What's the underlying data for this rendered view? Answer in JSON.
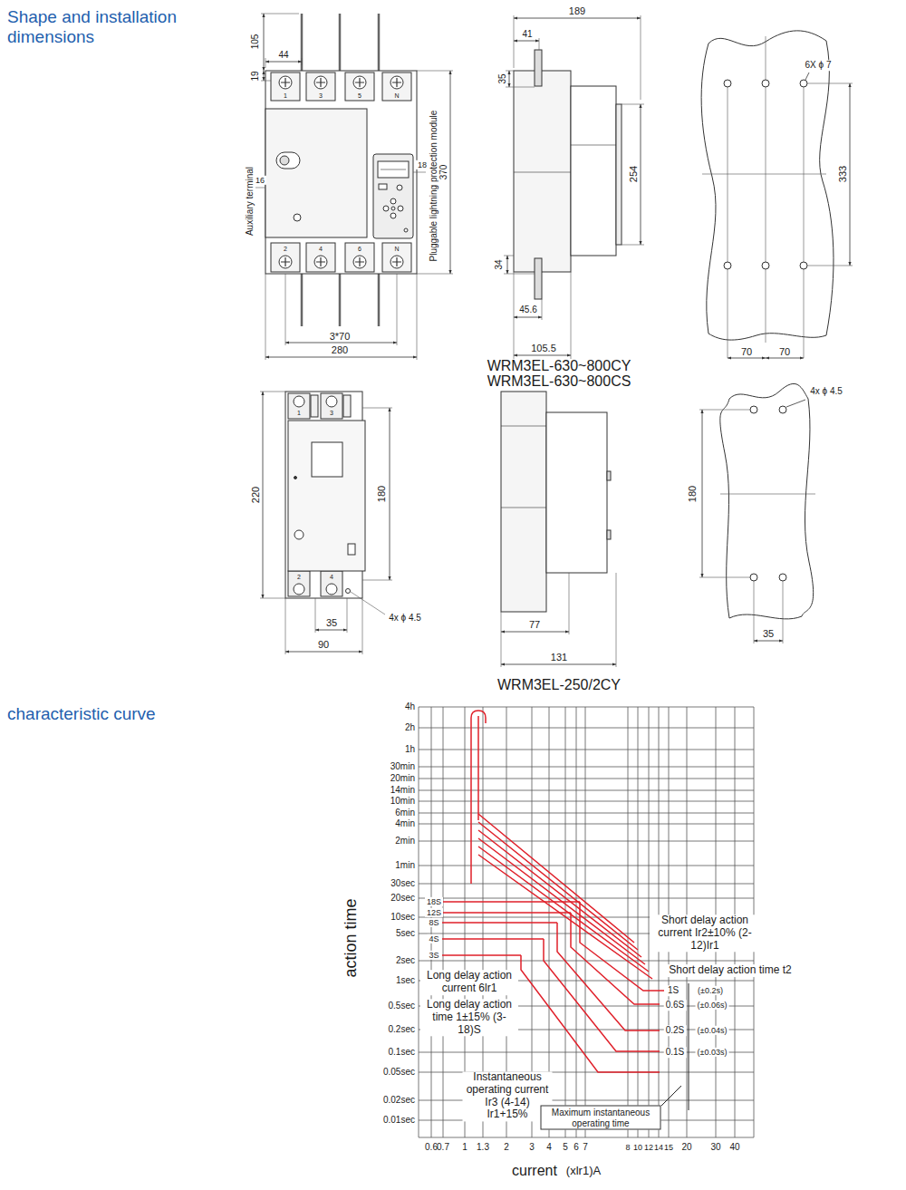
{
  "diagram": {
    "title": "Shape and installation dimensions",
    "labels": [
      "characteristic curve",
      "105",
      "44",
      "19",
      "1",
      "3",
      "5",
      "N",
      "Auxiliary terminal",
      "16",
      "18",
      "Pluggable lightning protection module",
      "370",
      "2",
      "4",
      "6",
      "N",
      "3*70",
      "280",
      "189",
      "41",
      "35",
      "254",
      "34",
      "45.6",
      "105.5",
      "6X ϕ 7",
      "333",
      "70",
      "70",
      "WRM3EL-630~800CY",
      "WRM3EL-630~800CS",
      "1",
      "3",
      "220",
      "180",
      "2",
      "4",
      "35",
      "90",
      "4x ϕ 4.5",
      "77",
      "131",
      "WRM3EL-250/2CY",
      "4x ϕ 4.5",
      "180",
      "35",
      "4h",
      "2h",
      "1h",
      "30min",
      "20min",
      "14min",
      "10min",
      "6min",
      "4min",
      "2min",
      "1min",
      "30sec",
      "20sec",
      "10sec",
      "5sec",
      "2sec",
      "1sec",
      "0.5sec",
      "0.2sec",
      "0.1sec",
      "0.05sec",
      "0.02sec",
      "0.01sec",
      "action time",
      "18S",
      "12S",
      "8S",
      "4S",
      "3S",
      "Long delay action current 6lr1",
      "Long delay action time 1±15% (3-18)S",
      "Short delay action current Ir2±10% (2-12)Ir1",
      "Short delay action time t2",
      "1S",
      "(±0.2s)",
      "0.6S",
      "(±0.06s)",
      "0.2S",
      "(±0.04s)",
      "0.1S",
      "(±0.03s)",
      "Instantaneous operating current Ir3 (4-14) Ir1+15%",
      "Maximum instantaneous operating time",
      "0.6",
      "0.7",
      "1",
      "1.3",
      "2",
      "3",
      "4",
      "5",
      "6",
      "7",
      "8",
      "10",
      "12",
      "14",
      "15",
      "20",
      "30",
      "40",
      "current",
      "(xlr1)A"
    ]
  }
}
